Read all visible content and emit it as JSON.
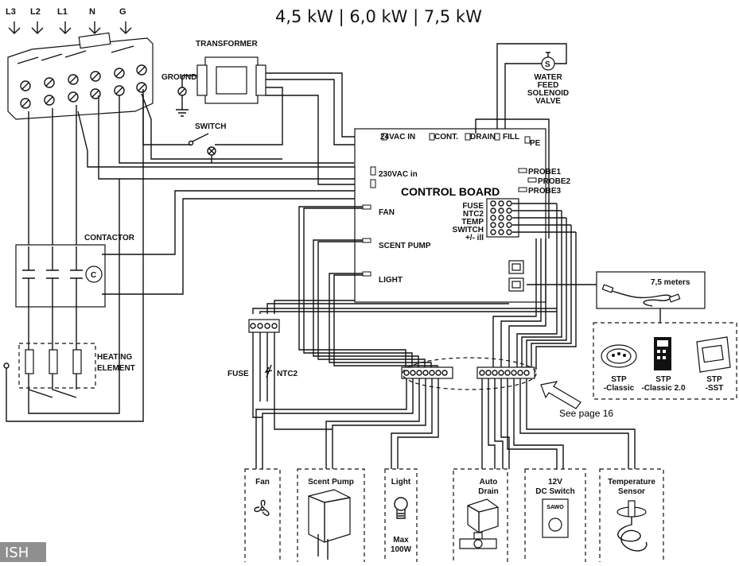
{
  "header": {
    "power_ratings": "4,5 kW | 6,0 kW | 7,5 kW"
  },
  "terminals": [
    "L3",
    "L2",
    "L1",
    "N",
    "G"
  ],
  "labels": {
    "transformer": "TRANSFORMER",
    "ground": "GROUND",
    "switch": "SWITCH",
    "contactor": "CONTACTOR",
    "contactor_coil": "C",
    "heating_element_1": "HEATING",
    "heating_element_2": "ELEMENT",
    "fuse": "FUSE",
    "ntc2": "NTC2",
    "solenoid_icon": "S",
    "solenoid_1": "WATER",
    "solenoid_2": "FEED",
    "solenoid_3": "SOLENOID",
    "solenoid_4": "VALVE",
    "control_board": "CONTROL BOARD",
    "vac24_in": "24VAC IN",
    "cont": "CONT.",
    "drain": "DRAIN",
    "fill": "FILL",
    "pe": "PE",
    "vac230_in": "230VAC in",
    "probe1": "PROBE1",
    "probe2": "PROBE2",
    "probe3": "PROBE3",
    "fan": "FAN",
    "scent_pump": "SCENT PUMP",
    "light": "LIGHT",
    "cb_fuse": "FUSE",
    "cb_ntc2": "NTC2",
    "cb_temp": "TEMP",
    "cb_switch": "SWITCH",
    "cb_ill": "+/- ill",
    "cable_length": "7,5 meters",
    "see_page": "See page 16"
  },
  "control_panels": [
    {
      "line1": "STP",
      "line2": "-Classic"
    },
    {
      "line1": "STP",
      "line2": "-Classic 2.0"
    },
    {
      "line1": "STP",
      "line2": "-SST"
    }
  ],
  "accessories": {
    "fan": "Fan",
    "scent_pump": "Scent Pump",
    "light": "Light",
    "light_max_1": "Max",
    "light_max_2": "100W",
    "auto_drain_1": "Auto",
    "auto_drain_2": "Drain",
    "dc_switch_1": "12V",
    "dc_switch_2": "DC Switch",
    "dc_switch_brand": "SAWO",
    "temp_sensor_1": "Temperature",
    "temp_sensor_2": "Sensor"
  },
  "footer": {
    "language_tab": "ISH"
  },
  "colors": {
    "line": "#111111",
    "tab": "#8f8f8f",
    "background": "#ffffff"
  }
}
